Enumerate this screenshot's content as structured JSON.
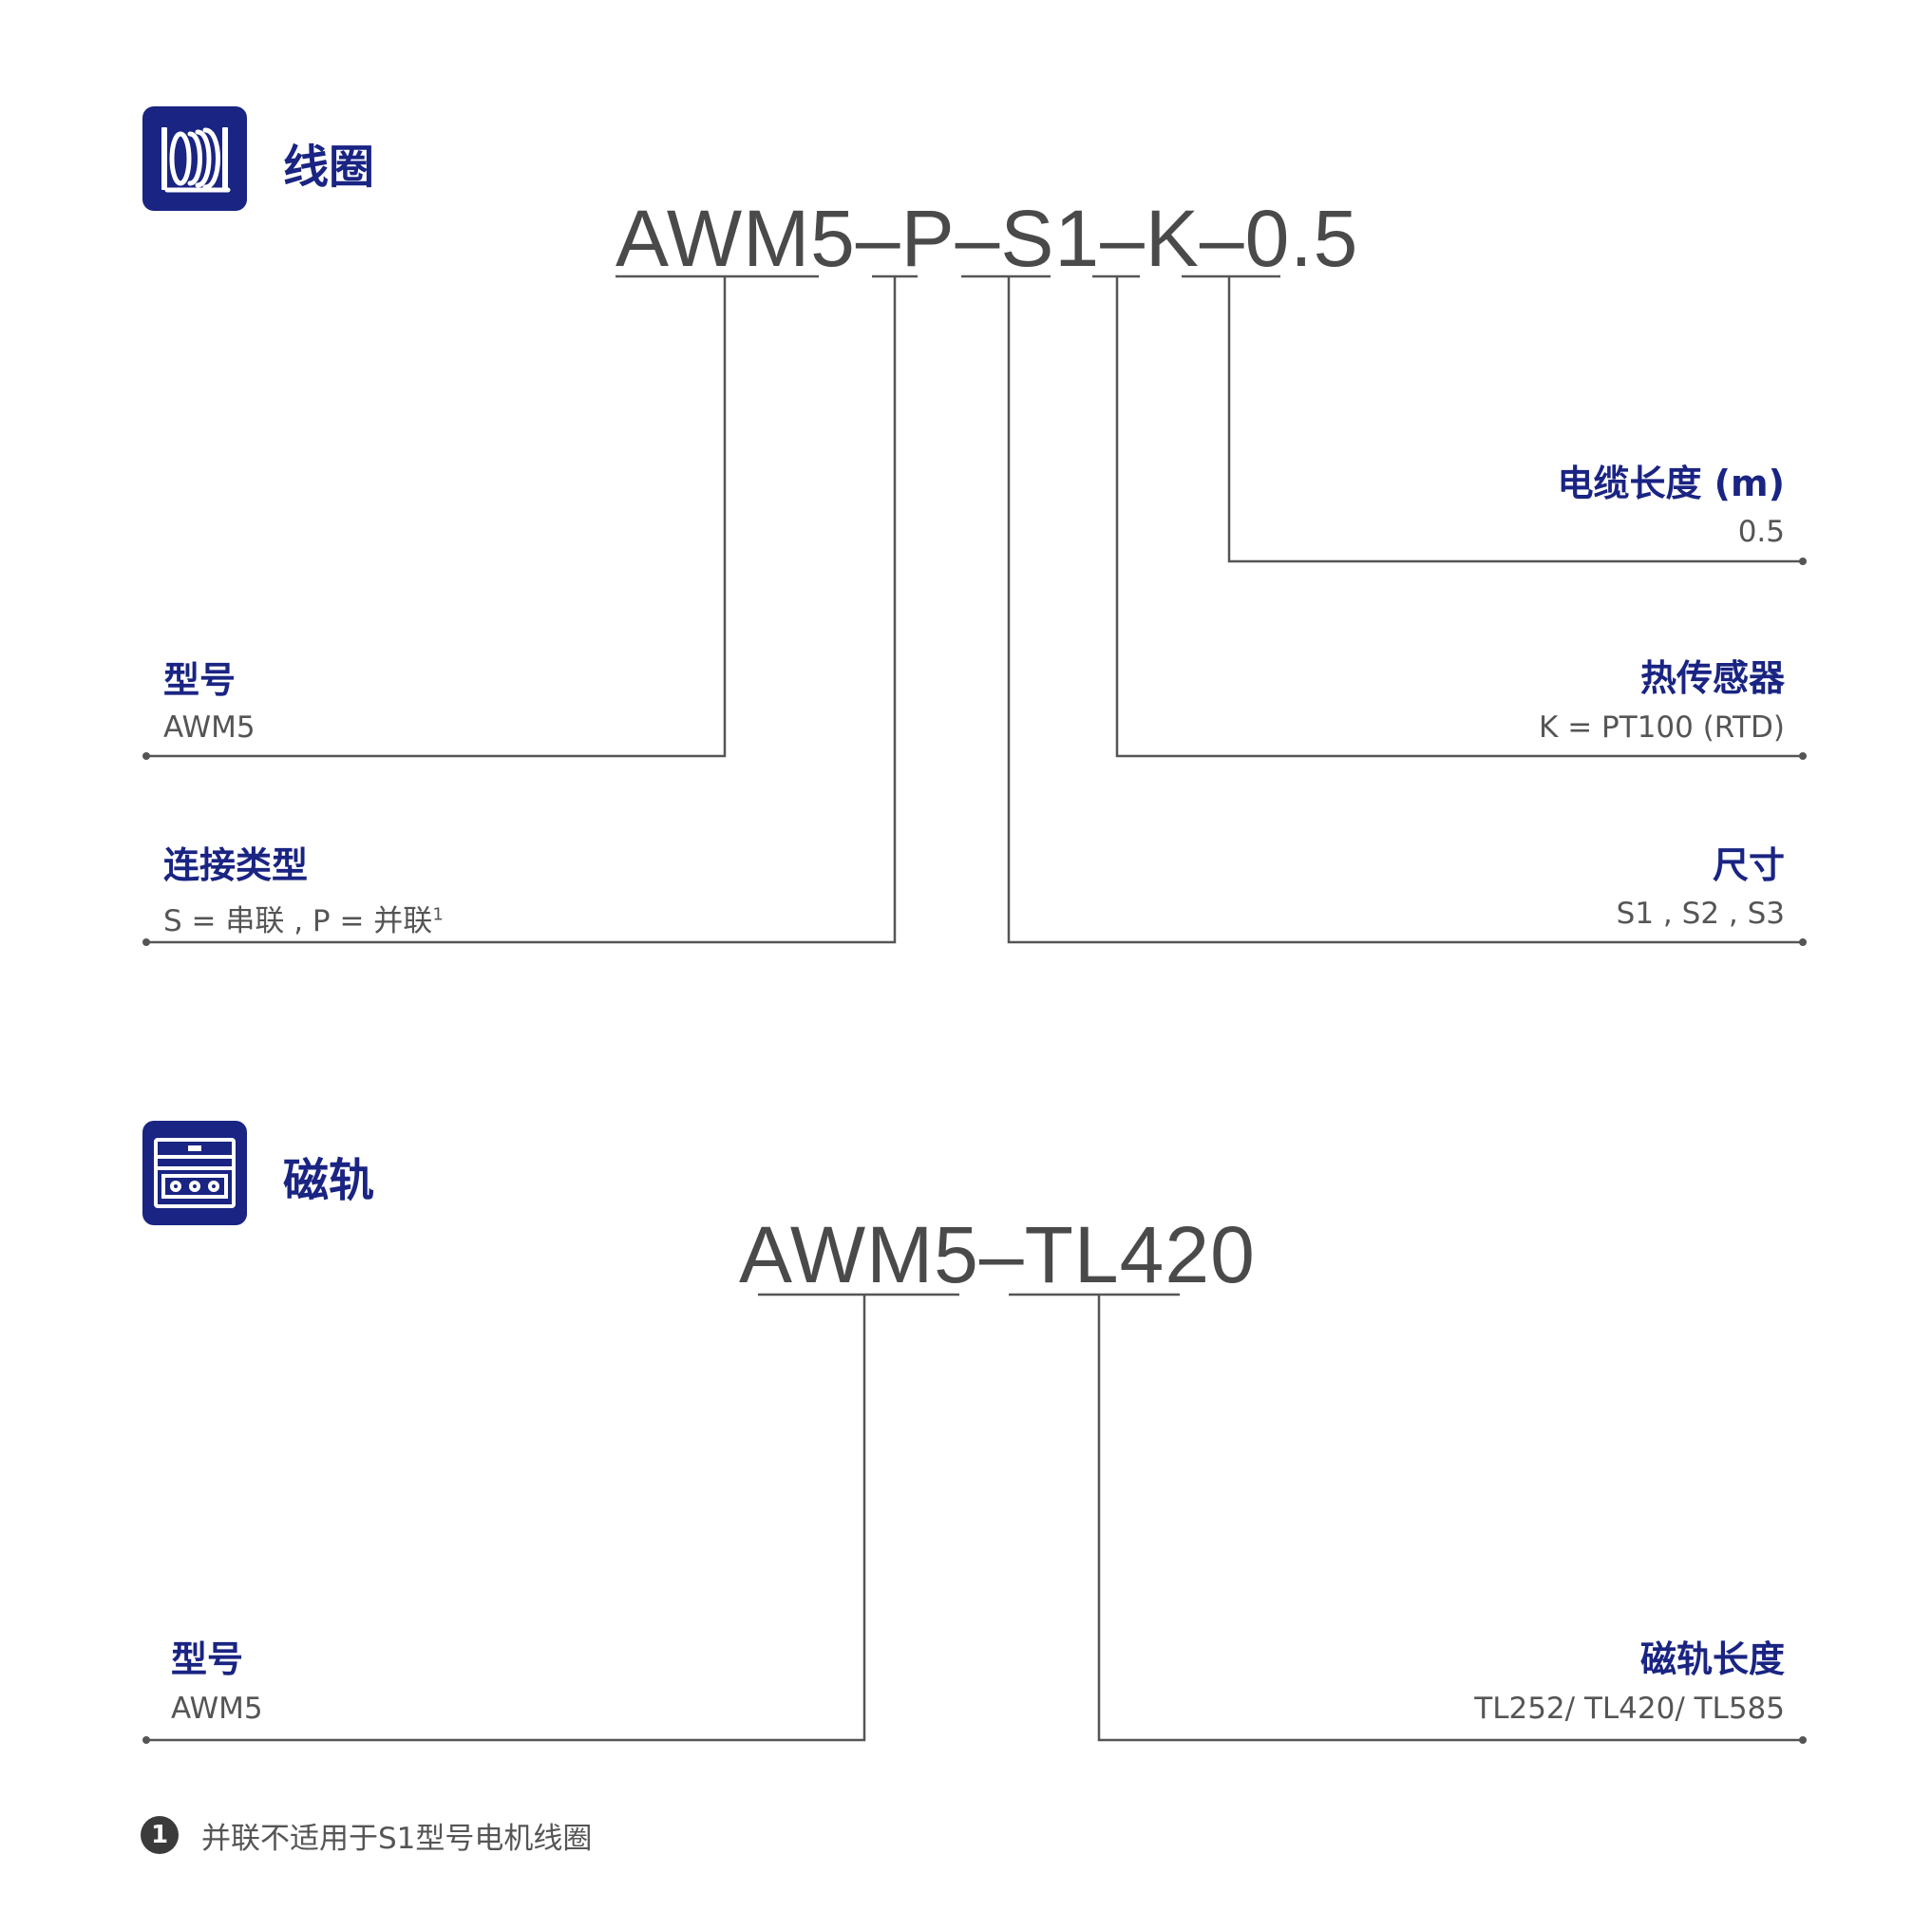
{
  "coil": {
    "icon": "coil-icon",
    "title": "线圈",
    "code_parts": [
      "AWM5",
      "–",
      "P",
      "–",
      "S1",
      "–",
      "K",
      "–",
      "0.5"
    ],
    "fields": {
      "model": {
        "title": "型号",
        "value": "AWM5"
      },
      "connection": {
        "title": "连接类型",
        "value": "S = 串联 , P = 并联",
        "sup": "1"
      },
      "size": {
        "title": "尺寸",
        "value": "S1 , S2 , S3"
      },
      "sensor": {
        "title": "热传感器",
        "value": "K = PT100 (RTD)"
      },
      "cable": {
        "title": "电缆长度 (m)",
        "value": "0.5"
      }
    }
  },
  "rail": {
    "icon": "magnetic-rail-icon",
    "title": "磁轨",
    "code_parts": [
      "AWM5",
      "–",
      "TL420"
    ],
    "fields": {
      "model": {
        "title": "型号",
        "value": "AWM5"
      },
      "length": {
        "title": "磁轨长度",
        "value": "TL252/ TL420/ TL585"
      }
    }
  },
  "footnote": {
    "marker": "1",
    "text": "并联不适用于S1型号电机线圈"
  },
  "colors": {
    "brand": "#1a2483",
    "line": "#555555",
    "text": "#555555"
  }
}
